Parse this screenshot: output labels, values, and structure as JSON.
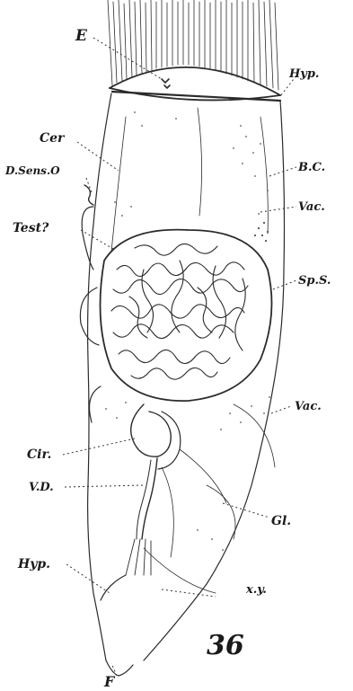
{
  "figure": {
    "number": "36",
    "labels": {
      "E": "E",
      "Hyp_top": "Hyp.",
      "Cer": "Cer",
      "D_Sens_O": "D.Sens.O",
      "B_C": "B.C.",
      "Vac_top": "Vac.",
      "Test": "Test?",
      "Sp_S": "Sp.S.",
      "Vac_mid": "Vac.",
      "Cir": "Cir.",
      "V_D": "V.D.",
      "Gl": "Gl.",
      "Hyp_bottom": "Hyp.",
      "x_y": "x.y.",
      "F": "F"
    }
  }
}
